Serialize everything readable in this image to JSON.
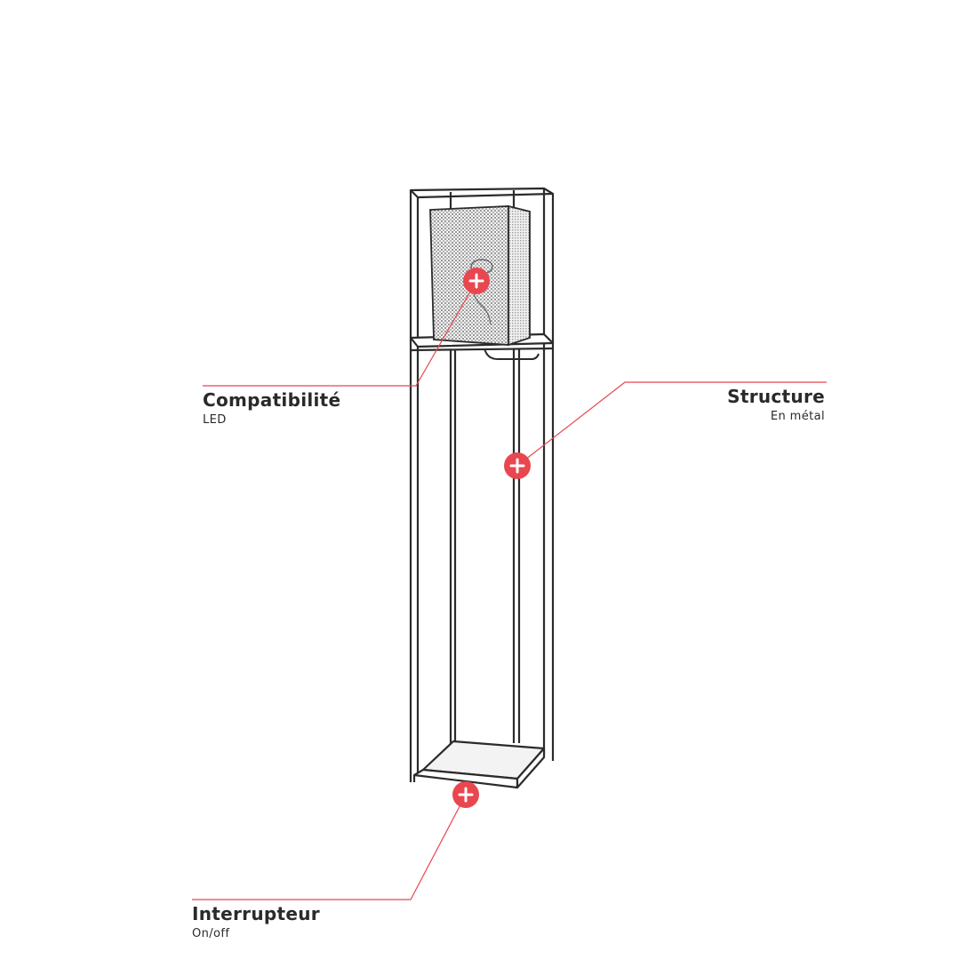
{
  "accent_color": "#e8474f",
  "line_color": "#2b2b2b",
  "features": [
    {
      "id": "compatibility",
      "title": "Compatibilité",
      "subtitle": "LED",
      "icon": "plus-icon"
    },
    {
      "id": "structure",
      "title": "Structure",
      "subtitle": "En métal",
      "icon": "plus-icon"
    },
    {
      "id": "switch",
      "title": "Interrupteur",
      "subtitle": "On/off",
      "icon": "plus-icon"
    }
  ]
}
